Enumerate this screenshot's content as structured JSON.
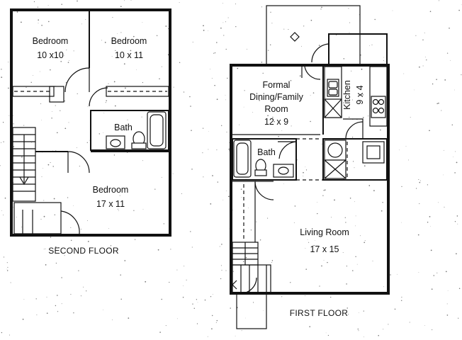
{
  "floors": {
    "second": {
      "caption": "SECOND FLOOR",
      "rooms": [
        {
          "key": "bedroom_1",
          "name": "Bedroom",
          "size": "10 x10"
        },
        {
          "key": "bedroom_2",
          "name": "Bedroom",
          "size": "10 x 11"
        },
        {
          "key": "bath",
          "name": "Bath",
          "size": ""
        },
        {
          "key": "bedroom_3",
          "name": "Bedroom",
          "size": "17 x 11"
        }
      ]
    },
    "first": {
      "caption": "FIRST FLOOR",
      "rooms": [
        {
          "key": "dining",
          "name_lines": [
            "Formal",
            "Dining/Family",
            "Room"
          ],
          "size": "12 x 9"
        },
        {
          "key": "kitchen",
          "name": "Kitchen",
          "size": "9 x 4"
        },
        {
          "key": "bath",
          "name": "Bath",
          "size": ""
        },
        {
          "key": "living",
          "name": "Living Room",
          "size": "17 x 15"
        }
      ]
    }
  },
  "colors": {
    "ink": "#111111",
    "paper": "#ffffff"
  }
}
